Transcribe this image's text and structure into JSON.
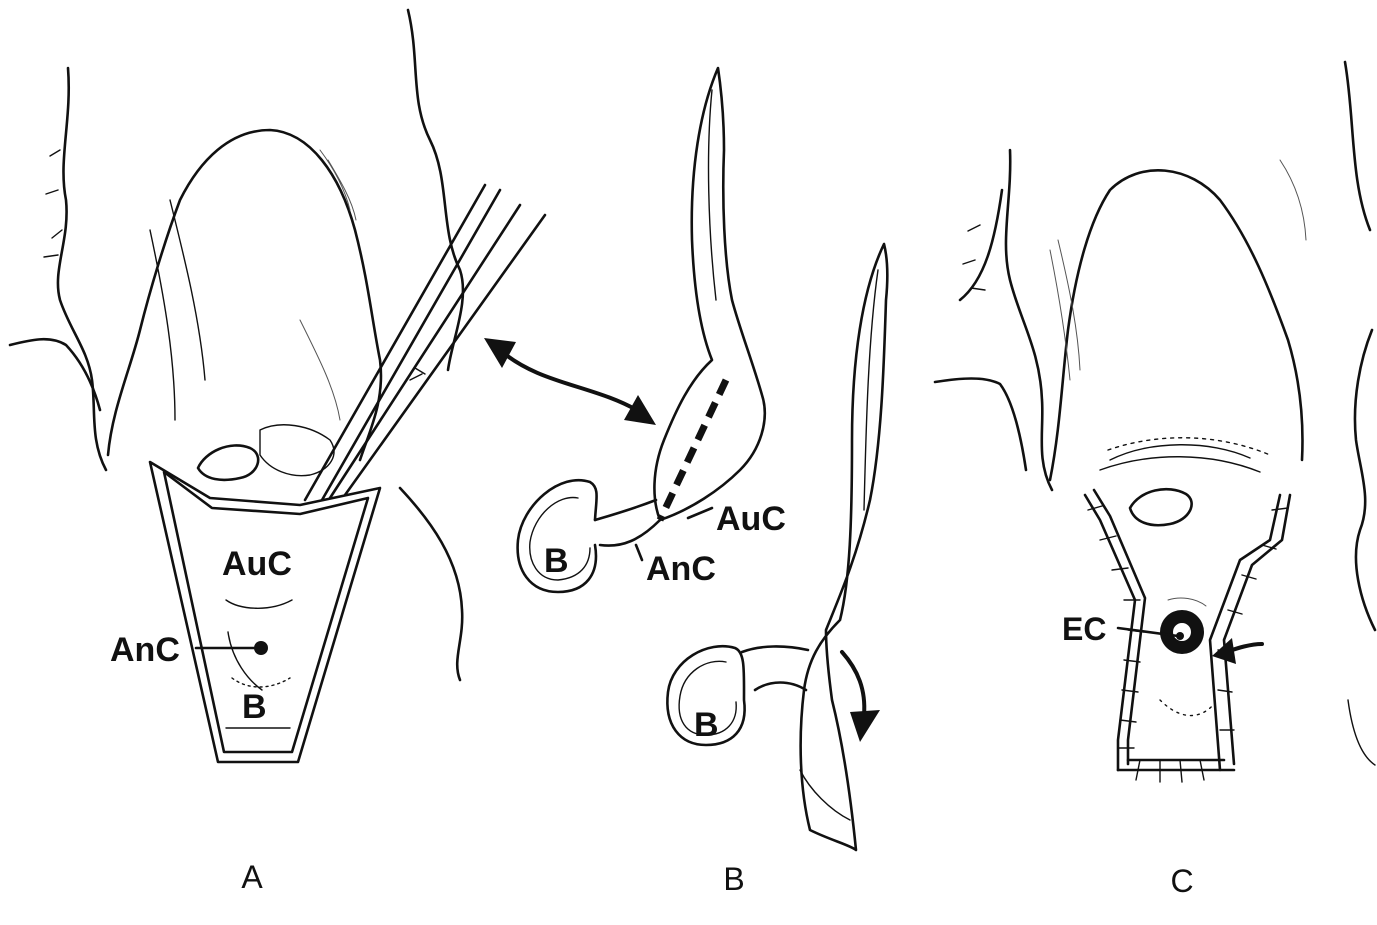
{
  "panels": [
    {
      "caption": "A",
      "labels": {
        "atrial_cavity": "AuC",
        "annulus_cavity": "AnC",
        "balloon": "B"
      }
    },
    {
      "caption": "B",
      "labels": {
        "atrial_cavity": "AuC",
        "annulus_cavity": "AnC",
        "balloon_upper": "B",
        "balloon_lower": "B"
      }
    },
    {
      "caption": "C",
      "labels": {
        "ec": "EC"
      }
    }
  ],
  "colors": {
    "ink": "#111111",
    "background": "#ffffff"
  }
}
